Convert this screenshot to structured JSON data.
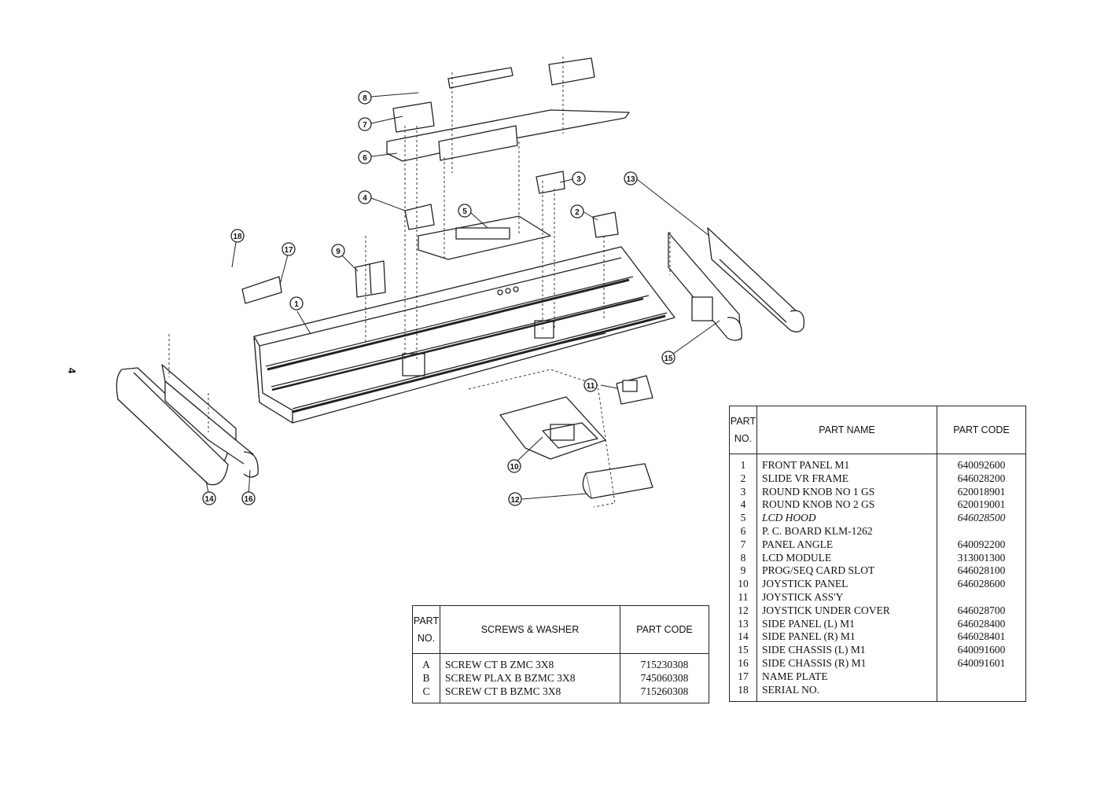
{
  "page_number": "4",
  "callouts": [
    "1",
    "2",
    "3",
    "4",
    "5",
    "6",
    "7",
    "8",
    "9",
    "10",
    "11",
    "12",
    "13",
    "14",
    "15",
    "16",
    "17",
    "18"
  ],
  "parts_table": {
    "headers": {
      "part_no_line1": "PART",
      "part_no_line2": "NO.",
      "name": "PART NAME",
      "code": "PART CODE"
    },
    "rows": [
      {
        "no": "1",
        "name": "FRONT PANEL M1",
        "code": "640092600"
      },
      {
        "no": "2",
        "name": "SLIDE VR FRAME",
        "code": "646028200"
      },
      {
        "no": "3",
        "name": "ROUND KNOB NO 1 GS",
        "code": "620018901"
      },
      {
        "no": "4",
        "name": "ROUND KNOB NO 2 GS",
        "code": "620019001"
      },
      {
        "no": "5",
        "name": "LCD HOOD",
        "code": "646028500"
      },
      {
        "no": "6",
        "name": "P. C. BOARD KLM-1262",
        "code": ""
      },
      {
        "no": "7",
        "name": "PANEL ANGLE",
        "code": "640092200"
      },
      {
        "no": "8",
        "name": "LCD MODULE",
        "code": "313001300"
      },
      {
        "no": "9",
        "name": "PROG/SEQ CARD SLOT",
        "code": "646028100"
      },
      {
        "no": "10",
        "name": "JOYSTICK PANEL",
        "code": "646028600"
      },
      {
        "no": "11",
        "name": "JOYSTICK ASS'Y",
        "code": ""
      },
      {
        "no": "12",
        "name": "JOYSTICK UNDER COVER",
        "code": "646028700"
      },
      {
        "no": "13",
        "name": "SIDE PANEL (L) M1",
        "code": "646028400"
      },
      {
        "no": "14",
        "name": "SIDE PANEL (R) M1",
        "code": "646028401"
      },
      {
        "no": "15",
        "name": "SIDE CHASSIS (L) M1",
        "code": "640091600"
      },
      {
        "no": "16",
        "name": "SIDE CHASSIS (R) M1",
        "code": "640091601"
      },
      {
        "no": "17",
        "name": "NAME PLATE",
        "code": ""
      },
      {
        "no": "18",
        "name": "SERIAL NO.",
        "code": ""
      }
    ]
  },
  "screws_table": {
    "headers": {
      "part_no_line1": "PART",
      "part_no_line2": "NO.",
      "name": "SCREWS & WASHER",
      "code": "PART CODE"
    },
    "rows": [
      {
        "no": "A",
        "name": "SCREW CT B ZMC 3X8",
        "code": "715230308"
      },
      {
        "no": "B",
        "name": "SCREW PLAX B BZMC 3X8",
        "code": "745060308"
      },
      {
        "no": "C",
        "name": "SCREW CT B BZMC 3X8",
        "code": "715260308"
      }
    ]
  }
}
